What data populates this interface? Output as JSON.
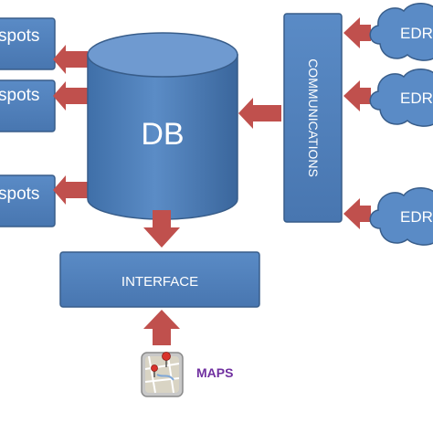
{
  "diagram": {
    "db": {
      "label": "DB"
    },
    "communications": {
      "label": "COMMUNICATIONS"
    },
    "interface": {
      "label": "INTERFACE"
    },
    "maps": {
      "label": "MAPS",
      "icon": "map-pin-icon"
    },
    "hotspots": [
      {
        "line1": "spots",
        "line2": ""
      },
      {
        "line1": "spots",
        "line2": ""
      },
      {
        "line1": "spots",
        "line2": ""
      }
    ],
    "edr_clouds": [
      {
        "label": "EDR"
      },
      {
        "label": "EDR"
      },
      {
        "label": "EDR"
      }
    ],
    "colors": {
      "box_fill": "#4f81bd",
      "box_stroke": "#385d8a",
      "arrow": "#c0504d",
      "maps_label": "#7030a0"
    }
  }
}
